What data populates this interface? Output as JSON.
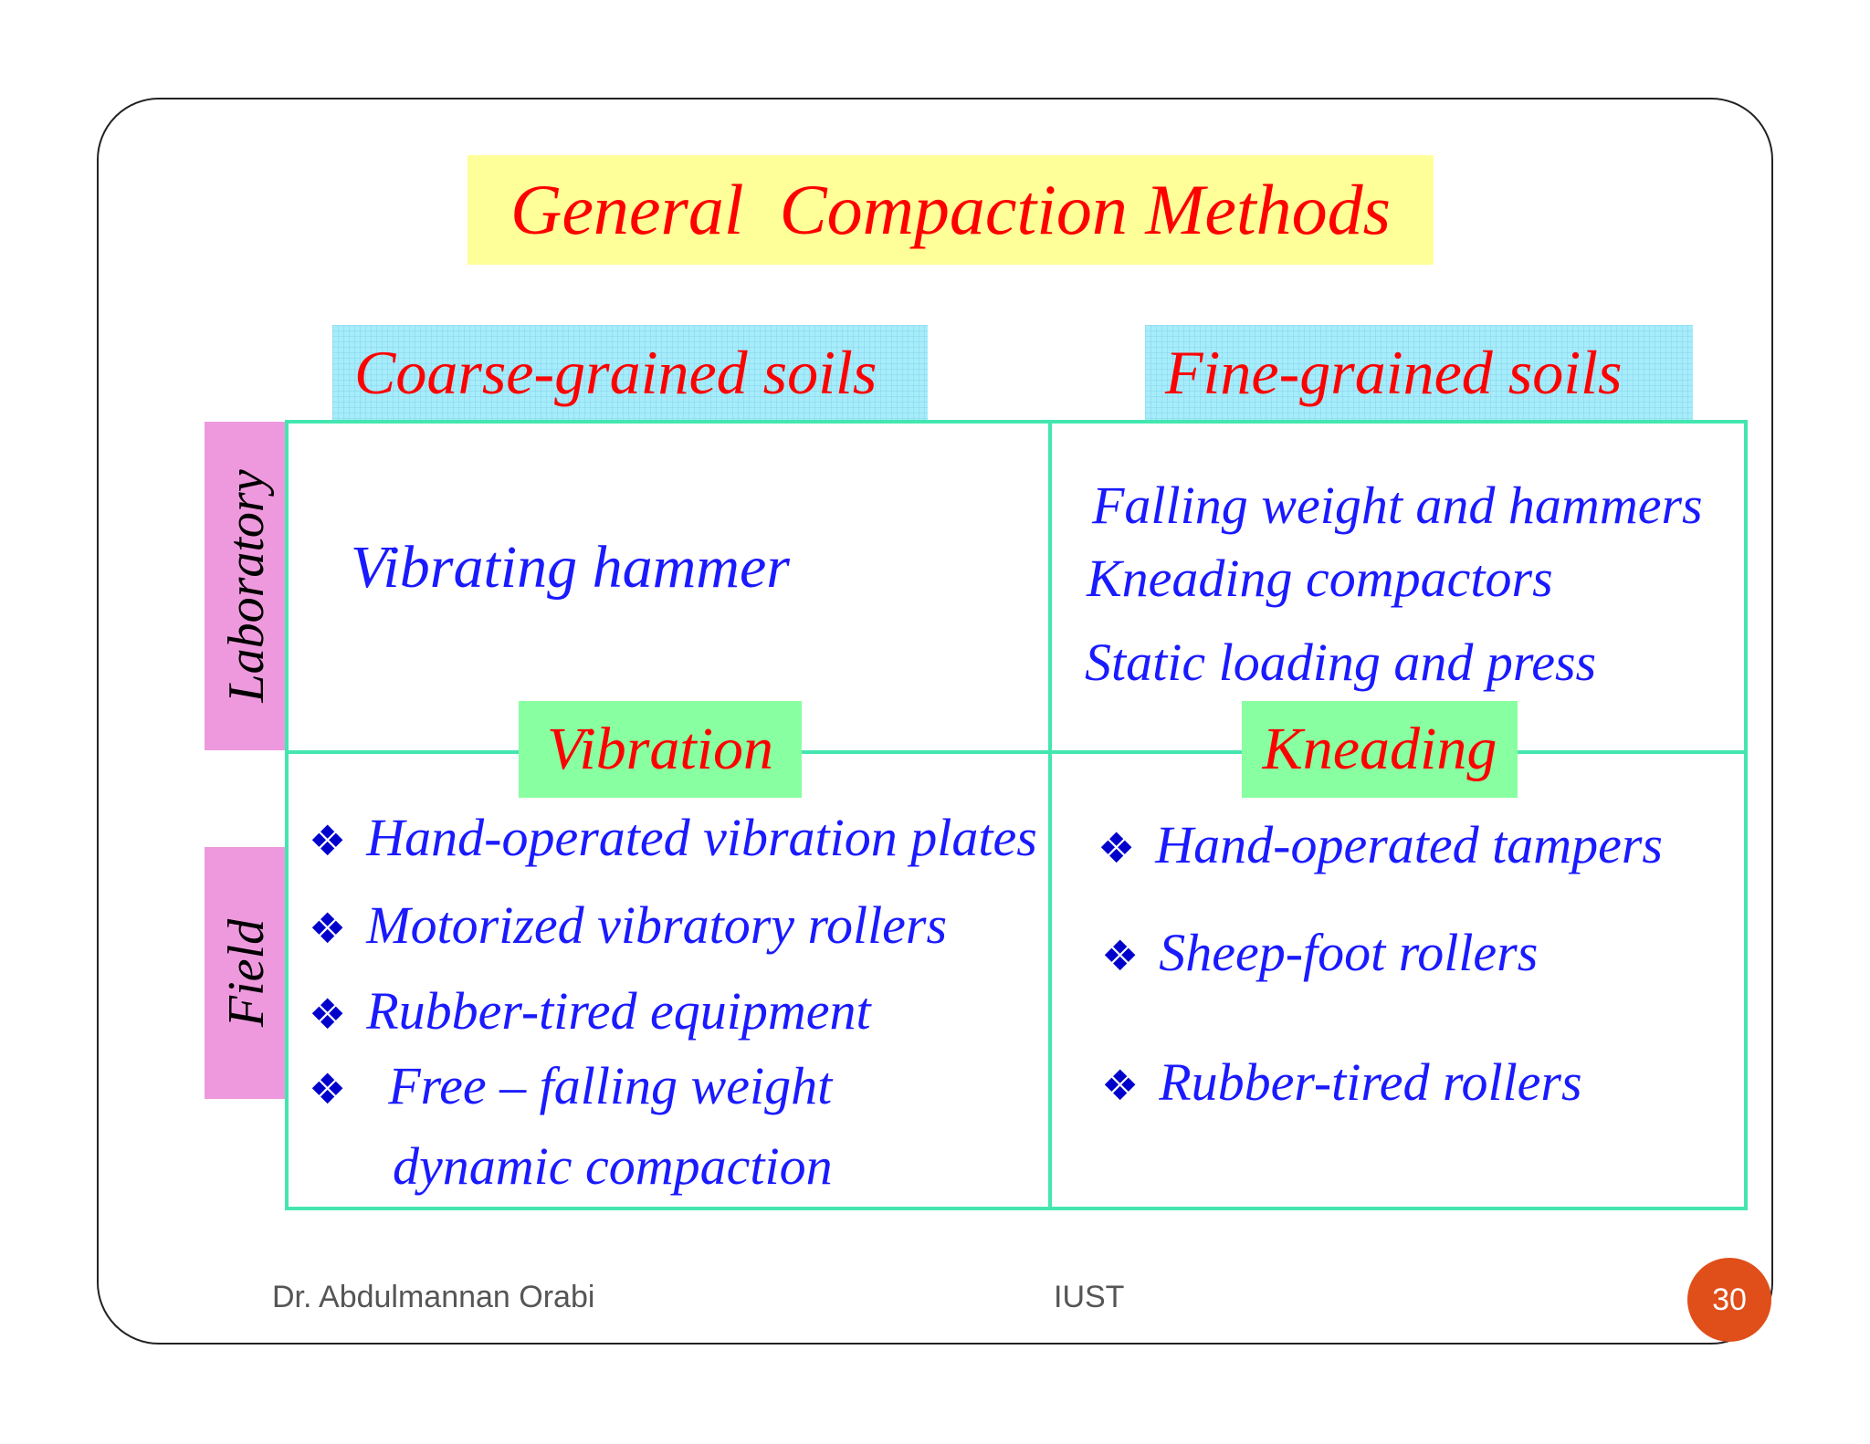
{
  "slide": {
    "title": "General  Compaction Methods",
    "columns": {
      "coarse": "Coarse-grained soils",
      "fine": "Fine-grained soils"
    },
    "rows": {
      "laboratory": "Laboratory",
      "field": "Field"
    },
    "methods": {
      "vibration": "Vibration",
      "kneading": "Kneading"
    },
    "laboratory": {
      "coarse": "Vibrating hammer",
      "fine": [
        "Falling weight and hammers",
        "Kneading compactors",
        "Static loading and press"
      ]
    },
    "field": {
      "bullet_icon": "diamond-cluster-icon",
      "coarse": [
        "Hand-operated vibration plates",
        "Motorized vibratory rollers",
        "Rubber-tired equipment",
        "Free – falling weight",
        "dynamic compaction"
      ],
      "fine": [
        "Hand-operated tampers",
        "Sheep-foot rollers",
        "Rubber-tired rollers"
      ]
    }
  },
  "footer": {
    "author": "Dr. Abdulmannan Orabi",
    "institution": "IUST",
    "page_number": "30"
  },
  "colors": {
    "title_bg": "#ffff99",
    "header_bg": "#a6ecfb",
    "row_label_bg": "#ee99dd",
    "method_bg": "#88ffa0",
    "grid_line": "#44e6b0",
    "heading_text": "#ff0000",
    "body_text": "#1a1aff",
    "page_badge": "#e04e1a"
  }
}
